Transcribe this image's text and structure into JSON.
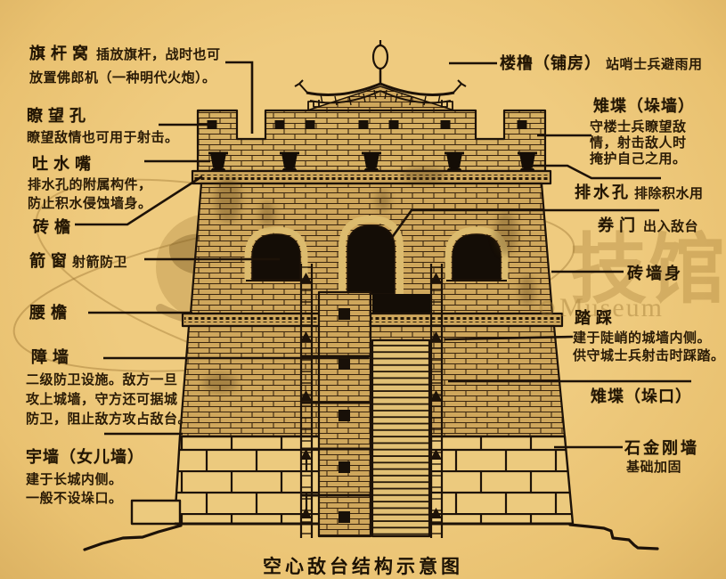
{
  "title": "空心敌台结构示意图",
  "watermark": {
    "cn_char_1": "技",
    "cn_char_2": "馆",
    "en": "Museum"
  },
  "colors": {
    "background": "#edc87a",
    "ink": "#1d1208",
    "brick": "#cfa75c",
    "brick_light": "#d6b063",
    "stone": "#ecca7e"
  },
  "labels": {
    "qiganwo": {
      "term": "旗杆窝",
      "desc1": "插放旗杆，战时也可",
      "desc2": "放置佛郎机（一种明代火炮）。"
    },
    "liaowangkong": {
      "term": "瞭望孔",
      "desc": "瞭望敌情也可用于射击。"
    },
    "tushuizui": {
      "term": "吐水嘴",
      "desc1": "排水孔的附属构件，",
      "desc2": "防止积水侵蚀墙身。"
    },
    "zhuanyan": {
      "term": "砖檐"
    },
    "jianchuang": {
      "term": "箭窗",
      "desc": "射箭防卫"
    },
    "yaoyan": {
      "term": "腰檐"
    },
    "zhangqiang": {
      "term": "障墙",
      "desc1": "二级防卫设施。敌方一旦",
      "desc2": "攻上城墙，守方还可据城",
      "desc3": "防卫，阻止敌方攻占敌台。"
    },
    "yuqiang": {
      "term": "宇墙（女儿墙）",
      "desc1": "建于长城内侧。",
      "desc2": "一般不设垛口。"
    },
    "loulu": {
      "term": "楼橹（铺房）",
      "desc": "站哨士兵避雨用"
    },
    "zhidie_duoqiang": {
      "term": "雉堞（垛墙）",
      "desc1": "守楼士兵瞭望敌",
      "desc2": "情，射击敌人时",
      "desc3": "掩护自己之用。"
    },
    "paishuikong": {
      "term": "排水孔",
      "desc": "排除积水用"
    },
    "quanmen": {
      "term": "券门",
      "desc": "出入敌台"
    },
    "zhuanqiangshen": {
      "term": "砖墙身"
    },
    "tacai": {
      "term": "踏踩",
      "desc1": "建于陡峭的城墙内侧。",
      "desc2": "供守城士兵射击时踩踏。"
    },
    "zhidie_duokou": {
      "term": "雉堞（垛口）"
    },
    "shijingangqiang": {
      "term": "石金刚墙",
      "desc": "基础加固"
    }
  }
}
